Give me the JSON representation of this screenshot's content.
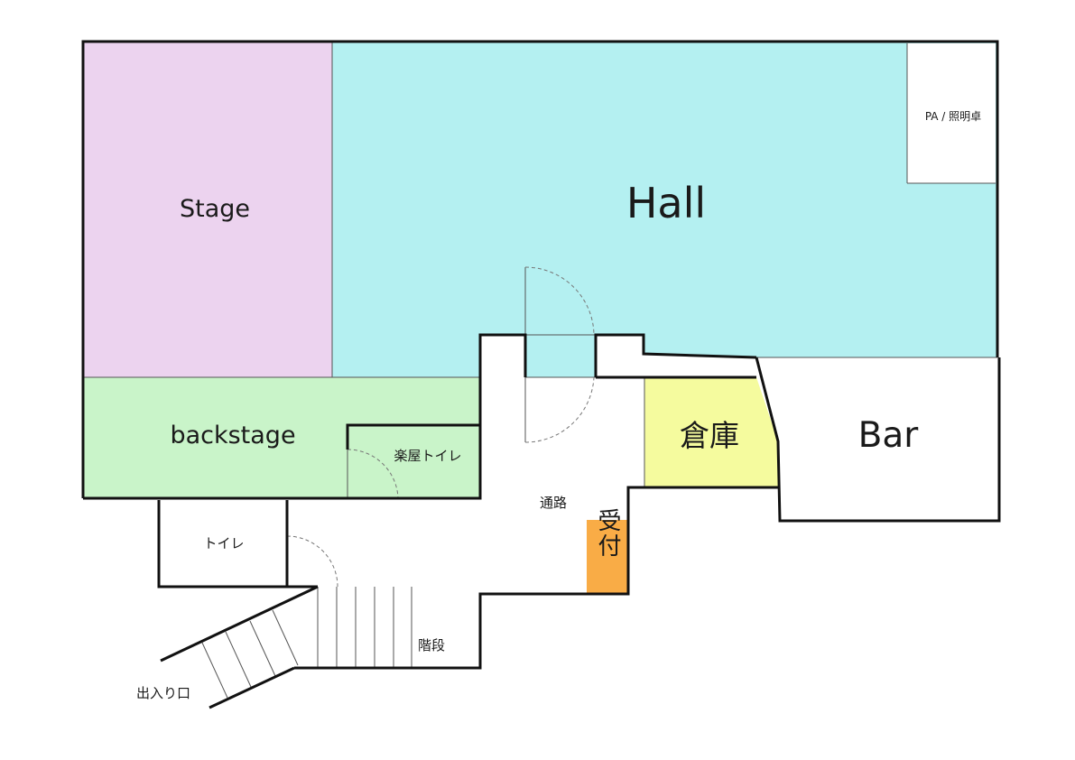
{
  "rooms": {
    "stage": {
      "label": "Stage",
      "color": "#ecd3ef"
    },
    "hall": {
      "label": "Hall",
      "color": "#b4f0f1"
    },
    "pa": {
      "label": "PA / 照明卓",
      "color": "#ffffff"
    },
    "backstage": {
      "label": "backstage",
      "color": "#c9f4c9"
    },
    "dressing_toilet": {
      "label": "楽屋トイレ",
      "color": "#c9f4c9"
    },
    "storage": {
      "label": "倉庫",
      "color": "#f5fb9e"
    },
    "bar": {
      "label": "Bar",
      "color": "#ffffff"
    },
    "corridor": {
      "label": "通路",
      "color": "#ffffff"
    },
    "reception": {
      "label": "受付",
      "color": "#f9ac46"
    },
    "toilet": {
      "label": "トイレ",
      "color": "#ffffff"
    },
    "stairs": {
      "label": "階段"
    },
    "entrance": {
      "label": "出入り口"
    }
  },
  "colors": {
    "wall": "#111111",
    "thin_line": "#555555",
    "door_arc": "#777777"
  }
}
